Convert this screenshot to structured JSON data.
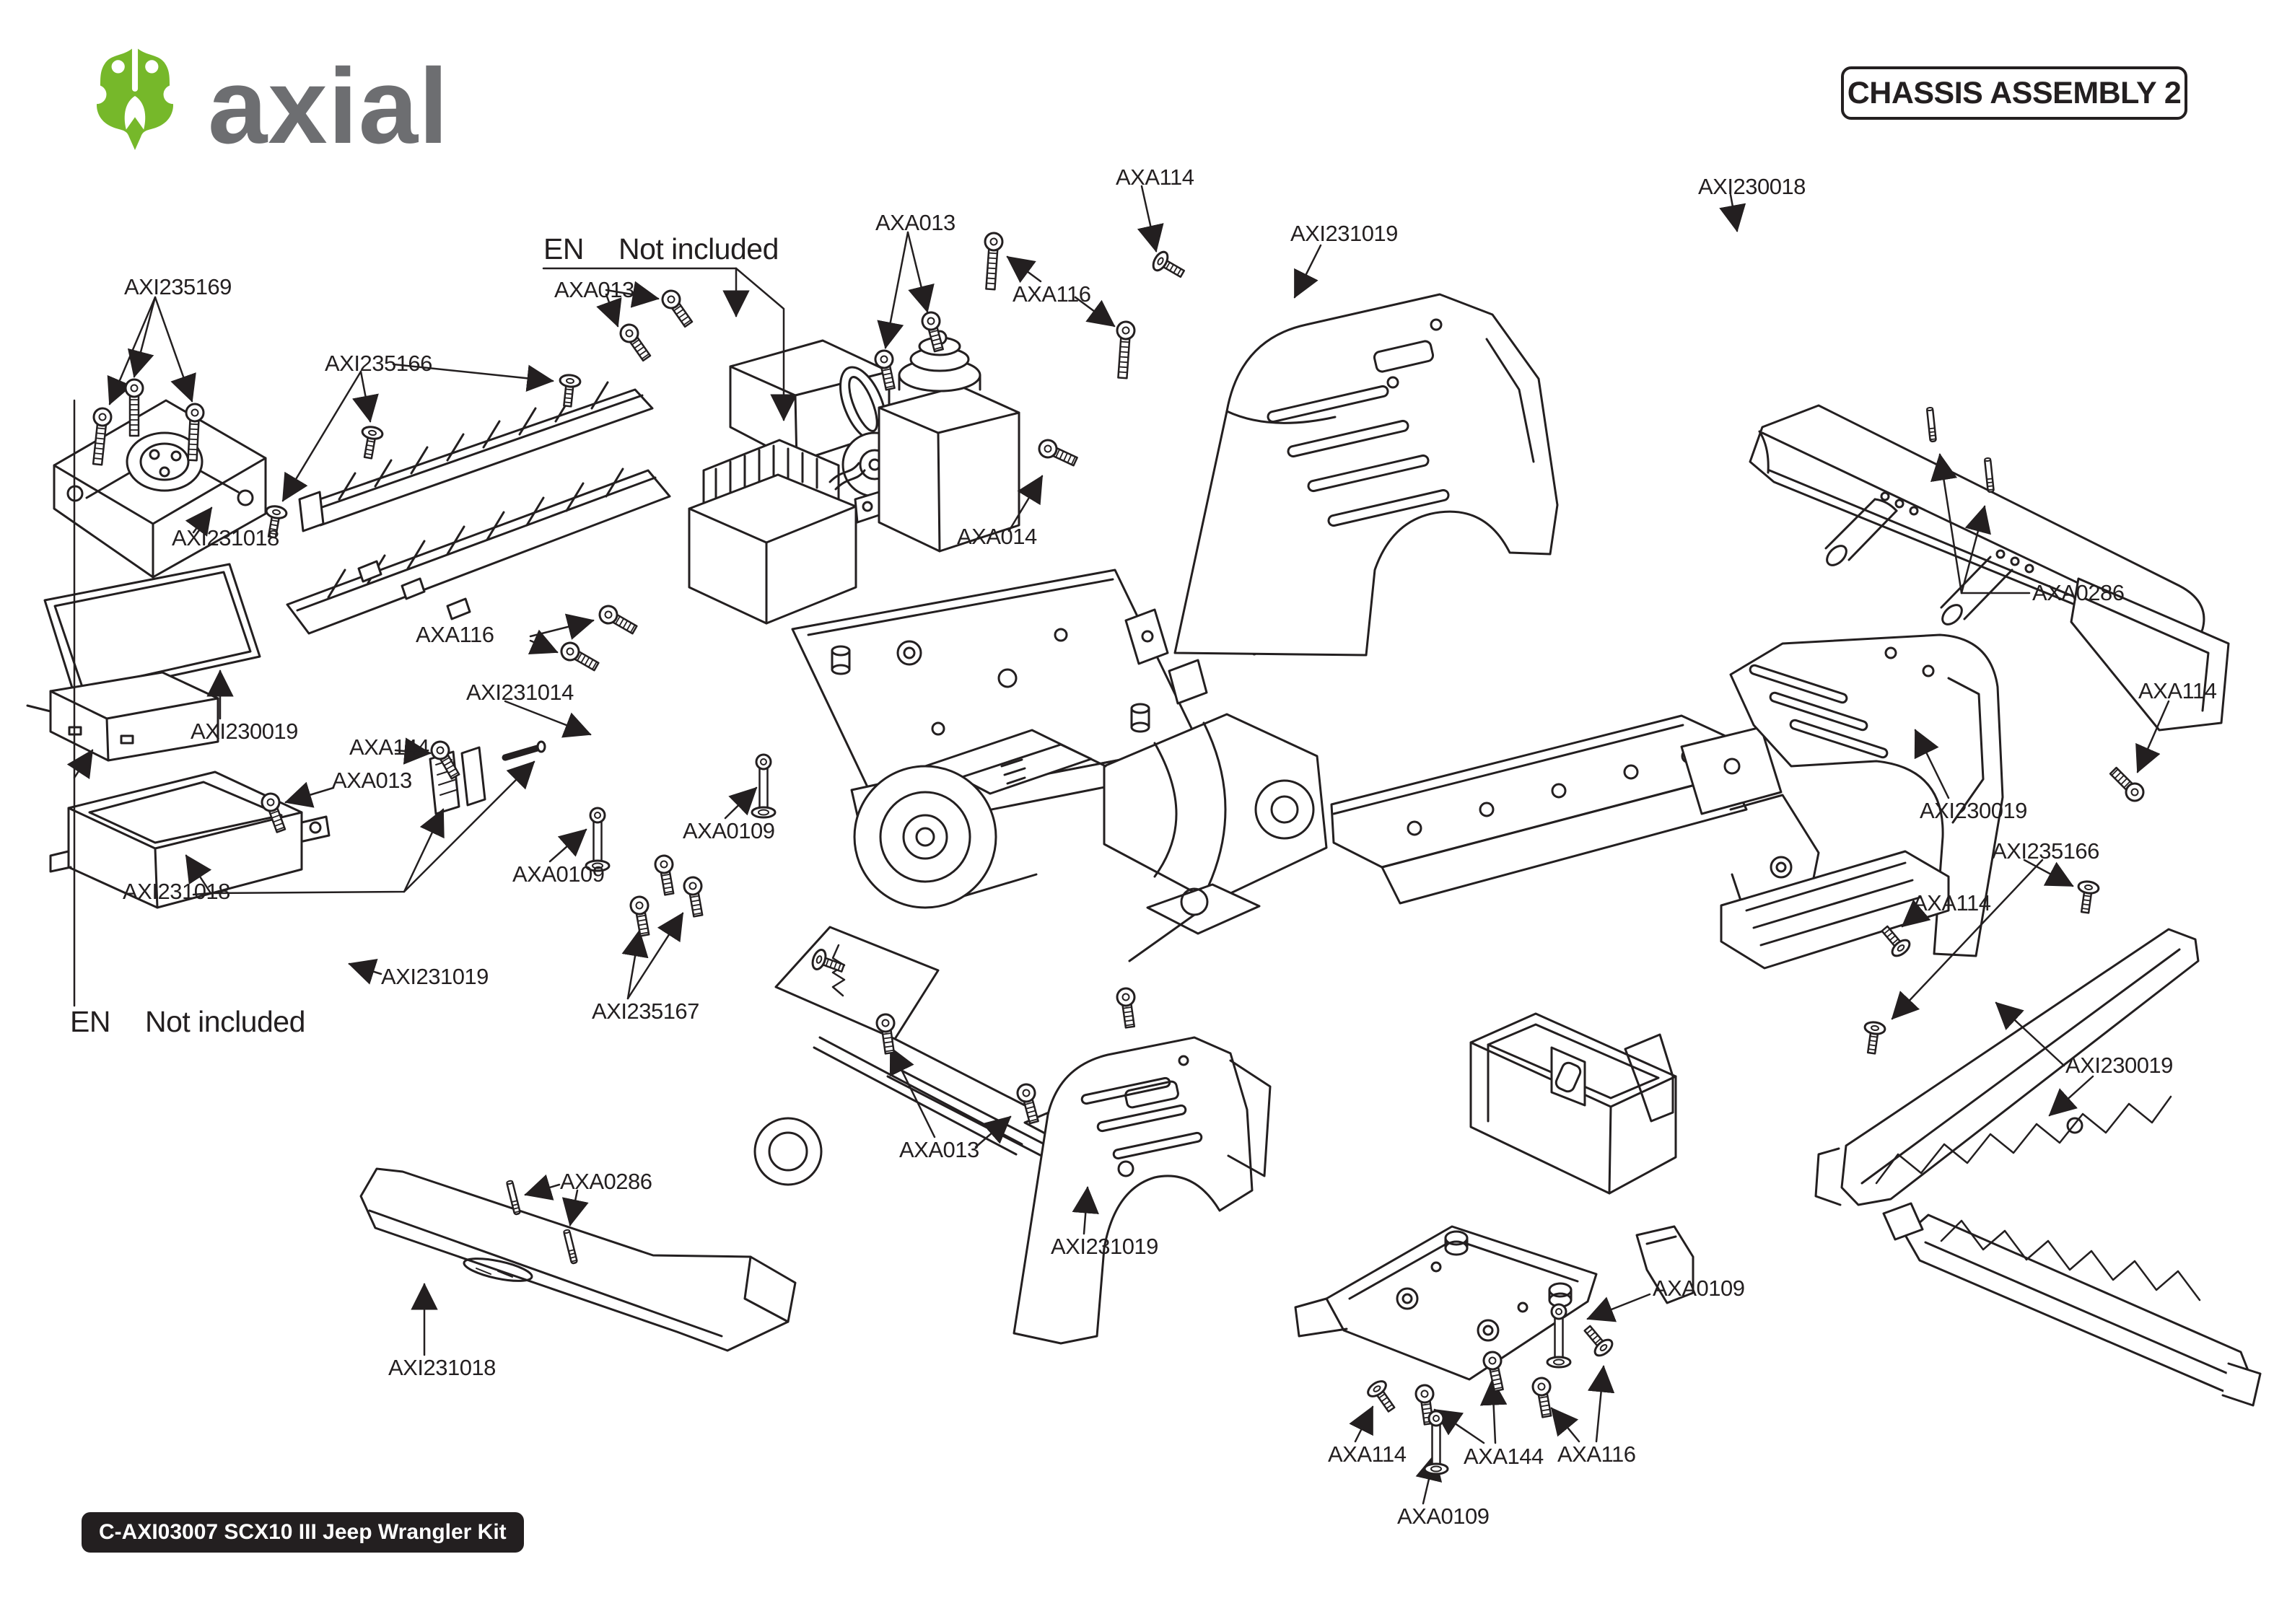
{
  "header": {
    "brand": "axial",
    "title": "CHASSIS ASSEMBLY 2"
  },
  "footer": {
    "kit_label": "C-AXI03007 SCX10 III Jeep Wrangler Kit"
  },
  "notes": {
    "lang": "EN",
    "not_included": "Not included"
  },
  "parts": {
    "AXI235169": "AXI235169",
    "AXI235166": "AXI235166",
    "AXI235167": "AXI235167",
    "AXI231014": "AXI231014",
    "AXI231018": "AXI231018",
    "AXI231019": "AXI231019",
    "AXI230018": "AXI230018",
    "AXI230019": "AXI230019",
    "AXA013": "AXA013",
    "AXA014": "AXA014",
    "AXA0109": "AXA0109",
    "AXA114": "AXA114",
    "AXA116": "AXA116",
    "AXA144": "AXA144",
    "AXA0286": "AXA0286"
  },
  "colors": {
    "ink": "#231f20",
    "logo_green": "#76b82a",
    "logo_gray": "#6d6e71"
  }
}
